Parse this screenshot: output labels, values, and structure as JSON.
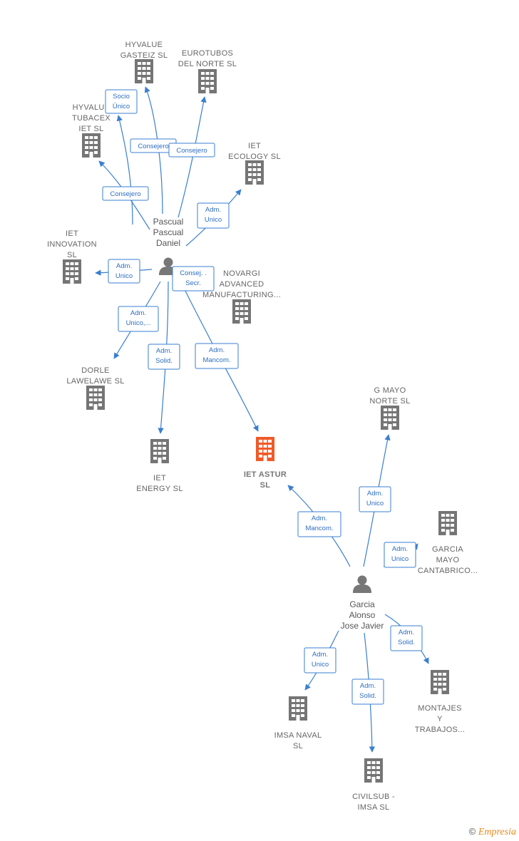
{
  "colors": {
    "edge": "#3a7fd0",
    "building": "#757575",
    "focus": "#f05a28",
    "person": "#777777"
  },
  "companies": [
    {
      "id": "hyvalue-gasteiz",
      "lines": [
        "HYVALUE",
        "GASTEIZ  SL"
      ]
    },
    {
      "id": "eurotubos",
      "lines": [
        "EUROTUBOS",
        "DEL NORTE  SL"
      ]
    },
    {
      "id": "hyvalue-tubacex",
      "lines": [
        "HYVALUE",
        "TUBACEX",
        "IET  SL"
      ]
    },
    {
      "id": "iet-ecology",
      "lines": [
        "IET",
        "ECOLOGY  SL"
      ]
    },
    {
      "id": "iet-innovation",
      "lines": [
        "IET",
        "INNOVATION",
        "SL"
      ]
    },
    {
      "id": "novargi",
      "lines": [
        "NOVARGI",
        "ADVANCED",
        "MANUFACTURING..."
      ]
    },
    {
      "id": "dorle",
      "lines": [
        "DORLE",
        "LAWELAWE  SL"
      ]
    },
    {
      "id": "iet-energy",
      "lines": [
        "IET",
        "ENERGY  SL"
      ]
    },
    {
      "id": "iet-astur",
      "lines": [
        "IET ASTUR",
        "SL"
      ],
      "focus": true
    },
    {
      "id": "g-mayo-norte",
      "lines": [
        "G MAYO",
        "NORTE  SL"
      ]
    },
    {
      "id": "garcia-mayo",
      "lines": [
        "GARCIA",
        "MAYO",
        "CANTABRICO..."
      ]
    },
    {
      "id": "montajes",
      "lines": [
        "MONTAJES",
        "Y",
        "TRABAJOS..."
      ]
    },
    {
      "id": "imsa-naval",
      "lines": [
        "IMSA NAVAL",
        "SL"
      ]
    },
    {
      "id": "civilsub",
      "lines": [
        "CIVILSUB -",
        "IMSA  SL"
      ]
    }
  ],
  "persons": [
    {
      "id": "pascual",
      "lines": [
        "Pascual",
        "Pascual",
        "Daniel"
      ]
    },
    {
      "id": "garcia",
      "lines": [
        "Garcia",
        "Alonso",
        "Jose Javier"
      ]
    }
  ],
  "edges": [
    {
      "id": "e1",
      "lines": [
        "Socio",
        "Único"
      ]
    },
    {
      "id": "e2",
      "lines": [
        "Consejero"
      ]
    },
    {
      "id": "e3",
      "lines": [
        "Consejero"
      ]
    },
    {
      "id": "e4",
      "lines": [
        "Consejero"
      ]
    },
    {
      "id": "e5",
      "lines": [
        "Adm.",
        "Unico"
      ]
    },
    {
      "id": "e6",
      "lines": [
        "Adm.",
        "Unico"
      ]
    },
    {
      "id": "e7",
      "lines": [
        "Consej. .",
        "Secr."
      ]
    },
    {
      "id": "e8",
      "lines": [
        "Adm.",
        "Unico,..."
      ]
    },
    {
      "id": "e9",
      "lines": [
        "Adm.",
        "Solid."
      ]
    },
    {
      "id": "e10",
      "lines": [
        "Adm.",
        "Mancom."
      ]
    },
    {
      "id": "e11",
      "lines": [
        "Adm.",
        "Mancom."
      ]
    },
    {
      "id": "e12",
      "lines": [
        "Adm.",
        "Unico"
      ]
    },
    {
      "id": "e13",
      "lines": [
        "Adm.",
        "Unico"
      ]
    },
    {
      "id": "e14",
      "lines": [
        "Adm.",
        "Solid."
      ]
    },
    {
      "id": "e15",
      "lines": [
        "Adm.",
        "Unico"
      ]
    },
    {
      "id": "e16",
      "lines": [
        "Adm.",
        "Solid."
      ]
    }
  ],
  "copyright": {
    "symbol": "©",
    "brand": "Empresia"
  }
}
